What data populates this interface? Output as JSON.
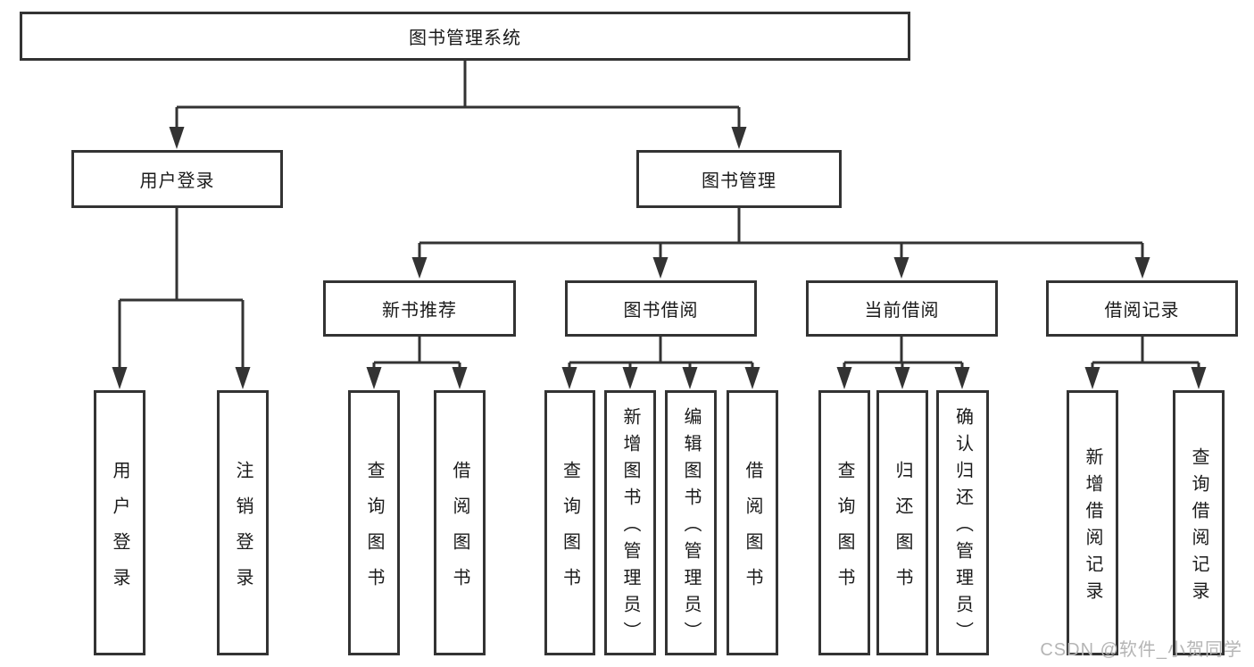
{
  "diagram": {
    "type": "hierarchy-tree",
    "colors": {
      "line": "#333333",
      "box_border": "#333333",
      "text": "#1a1a1a",
      "watermark": "#b5b5b5",
      "background": "#ffffff"
    },
    "tree": {
      "label": "图书管理系统",
      "children": [
        {
          "label": "用户登录",
          "children": [
            {
              "label": "用户登录"
            },
            {
              "label": "注销登录"
            }
          ]
        },
        {
          "label": "图书管理",
          "children": [
            {
              "label": "新书推荐",
              "children": [
                {
                  "label": "查询图书"
                },
                {
                  "label": "借阅图书"
                }
              ]
            },
            {
              "label": "图书借阅",
              "children": [
                {
                  "label": "查询图书"
                },
                {
                  "label": "新增图书（管理员）"
                },
                {
                  "label": "编辑图书（管理员）"
                },
                {
                  "label": "借阅图书"
                }
              ]
            },
            {
              "label": "当前借阅",
              "children": [
                {
                  "label": "查询图书"
                },
                {
                  "label": "归还图书"
                },
                {
                  "label": "确认归还（管理员）"
                }
              ]
            },
            {
              "label": "借阅记录",
              "children": [
                {
                  "label": "新增借阅记录"
                },
                {
                  "label": "查询借阅记录"
                }
              ]
            }
          ]
        }
      ]
    },
    "watermark": "CSDN @软件_小贺同学"
  }
}
